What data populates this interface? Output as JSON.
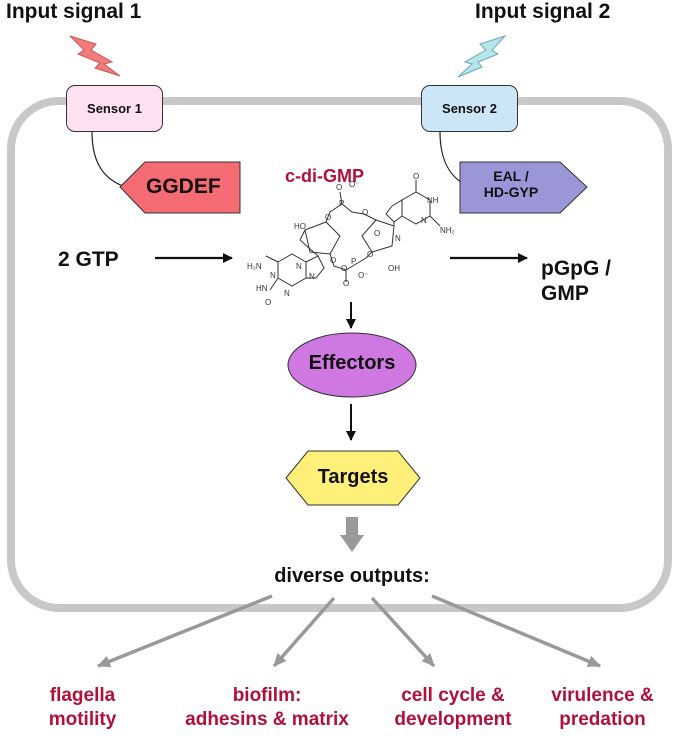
{
  "inputs": {
    "signal1": "Input signal 1",
    "signal2": "Input signal 2"
  },
  "sensors": {
    "sensor1": "Sensor 1",
    "sensor2": "Sensor 2"
  },
  "enzymes": {
    "ggdef": "GGDEF",
    "eal_line1": "EAL /",
    "eal_line2": "HD-GYP"
  },
  "molecule": {
    "name": "c-di-GMP",
    "atom_labels": [
      "O",
      "O",
      "P",
      "O",
      "O",
      "HO",
      "N",
      "O",
      "NH",
      "N",
      "NH₂",
      "H₂N",
      "N",
      "N",
      "N",
      "O",
      "O",
      "P",
      "O",
      "O",
      "OH",
      "HN",
      "N",
      "O",
      "O⁻",
      "O⁻"
    ]
  },
  "reactions": {
    "substrate": "2 GTP",
    "product_line1": "pGpG /",
    "product_line2": "GMP"
  },
  "pathway": {
    "effectors": "Effectors",
    "targets": "Targets",
    "outputs_header": "diverse outputs:"
  },
  "outputs": [
    {
      "line1": "flagella",
      "line2": "motility"
    },
    {
      "line1": "biofilm:",
      "line2": "adhesins & matrix"
    },
    {
      "line1": "cell cycle &",
      "line2": "development"
    },
    {
      "line1": "virulence &",
      "line2": "predation"
    }
  ],
  "colors": {
    "signal1": "#f07c7c",
    "signal2": "#b4e6ec",
    "sensor1": "#fde0f2",
    "sensor2": "#cde6f7",
    "ggdef": "#f56b74",
    "eal": "#9b96d8",
    "effectors": "#cf78e2",
    "targets": "#fff07a",
    "cell_border": "#c8c8c8",
    "output_text": "#b0103a"
  }
}
